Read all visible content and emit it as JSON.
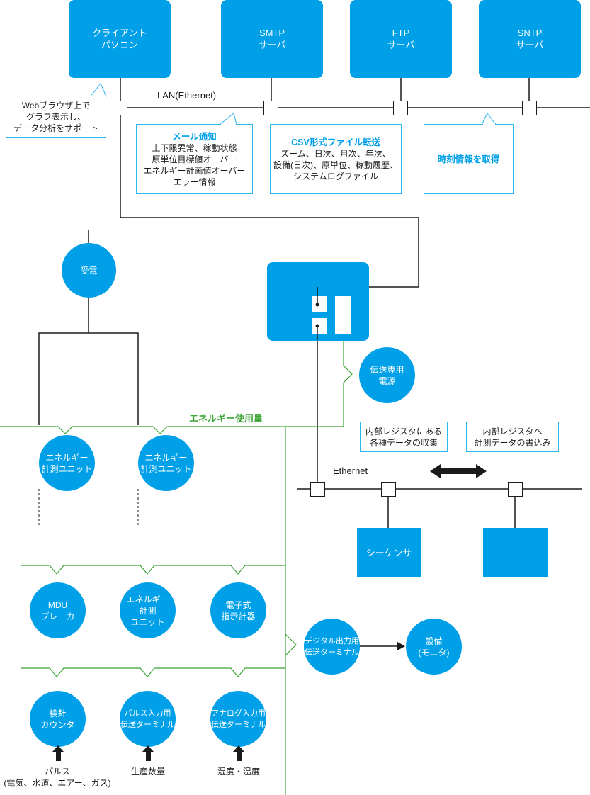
{
  "servers": {
    "client_pc": [
      "クライアント",
      "パソコン"
    ],
    "smtp": [
      "SMTP",
      "サーバ"
    ],
    "ftp": [
      "FTP",
      "サーバ"
    ],
    "sntp": [
      "SNTP",
      "サーバ"
    ]
  },
  "network": {
    "lan_label": "LAN(Ethernet)",
    "ethernet_label": "Ethernet",
    "energy_usage_label": "エネルギー使用量"
  },
  "callouts": {
    "browser": [
      "Webブラウザ上で",
      "グラフ表示し、",
      "データ分析をサポート"
    ],
    "mail_title": "メール通知",
    "mail_lines": [
      "上下限異常、稼動状態",
      "原単位目標値オーバー",
      "エネルギー計画値オーバー",
      "エラー情報"
    ],
    "csv_title": "CSV形式ファイル転送",
    "csv_lines": [
      "ズーム、日次、月次、年次、",
      "設備(日次)、原単位、稼動履歴、",
      "システムログファイル"
    ],
    "time_title": "時刻情報を取得",
    "collect": [
      "内部レジスタにある",
      "各種データの収集"
    ],
    "write": [
      "内部レジスタへ",
      "計測データの書込み"
    ]
  },
  "nodes": {
    "power_receiving": "受電",
    "transmission_power": [
      "伝送専用",
      "電源"
    ],
    "energy_unit_1": [
      "エネルギー",
      "計測ユニット"
    ],
    "energy_unit_2": [
      "エネルギー",
      "計測ユニット"
    ],
    "mdu_breaker": [
      "MDU",
      "ブレーカ"
    ],
    "energy_unit_3": [
      "エネルギー",
      "計測",
      "ユニット"
    ],
    "electronic_meter": [
      "電子式",
      "指示計器"
    ],
    "digital_output_terminal": [
      "デジタル出力用",
      "伝送ターミナル"
    ],
    "equipment_monitor": [
      "設備",
      "(モニタ)"
    ],
    "meter_counter": [
      "検針",
      "カウンタ"
    ],
    "pulse_input_terminal": [
      "パルス入力用",
      "伝送ターミナル"
    ],
    "analog_input_terminal": [
      "アナログ入力用",
      "伝送ターミナル"
    ],
    "sequencer": "シーケンサ"
  },
  "inputs": {
    "pulse": [
      "パルス",
      "(電気、水道、エアー、ガス)"
    ],
    "production": "生産数量",
    "humidity_temp": "湿度・温度"
  },
  "colors": {
    "accent_blue": "#00a0e9",
    "callout_border": "#29b6ee",
    "energy_line_green": "#3aa435",
    "line_black": "#1a1a1a"
  }
}
